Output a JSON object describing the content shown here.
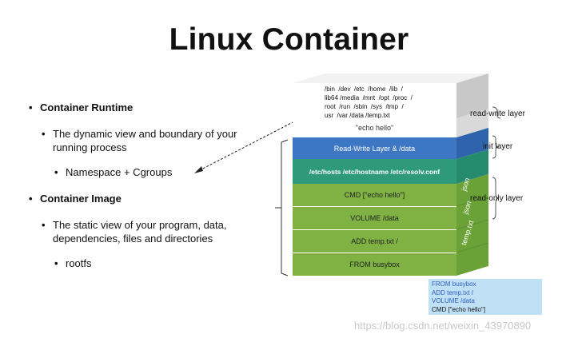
{
  "title": "Linux Container",
  "bullets": [
    {
      "text": "Container Runtime",
      "level": 1
    },
    {
      "text": "The dynamic view and boundary of your",
      "level": 2
    },
    {
      "text": "running process",
      "level": 2,
      "continuation": true
    },
    {
      "text": "Namespace + Cgroups",
      "level": 3
    },
    {
      "text": "Container Image",
      "level": 1
    },
    {
      "text": "The static view of your program, data,",
      "level": 2
    },
    {
      "text": "dependencies, files and directories",
      "level": 2,
      "continuation": true
    },
    {
      "text": "rootfs",
      "level": 3
    }
  ],
  "stack": {
    "files_text": "/bin  /dev  /etc  /home  /lib  /\nlib64 /media  /mnt  /opt  /proc  /\nroot  /run  /sbin  /sys  /tmp  /\nusr  /var /data /temp.txt",
    "echo_text": "\"echo hello\"",
    "rw_layer": "Read-Write Layer & /data",
    "init_layer": "/etc/hosts /etc/hostname /etc/resolv.conf",
    "layers": [
      "CMD [\"echo hello\"]",
      "VOLUME /data",
      "ADD temp.txt /",
      "FROM busybox"
    ],
    "side_labels": [
      "json",
      "json",
      "temp.txt"
    ]
  },
  "labels": {
    "read_write": "read-write layer",
    "init": "init layer",
    "read_only": "read-only layer"
  },
  "dockerfile": [
    {
      "text": "FROM busybox",
      "color": "#2f5fc4"
    },
    {
      "text": "ADD temp.txt /",
      "color": "#2f5fc4"
    },
    {
      "text": "VOLUME /data",
      "color": "#2f5fc4"
    },
    {
      "text": "CMD [\"echo hello\"]",
      "color": "#111111"
    }
  ],
  "watermark": "https://blog.csdn.net/weixin_43970890"
}
